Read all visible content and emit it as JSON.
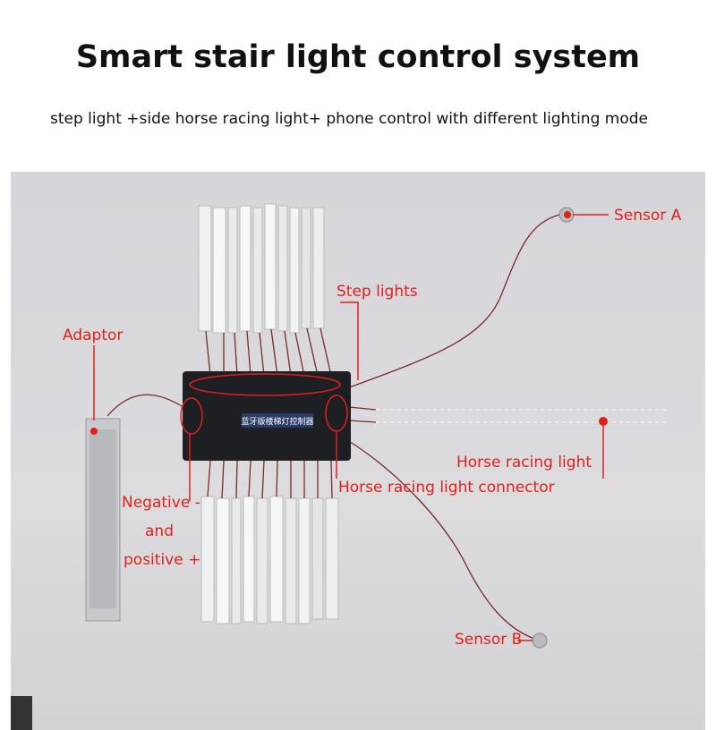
{
  "header": {
    "title": "Smart stair light control system",
    "subtitle": "step light +side horse racing light+ phone control with different lighting mode"
  },
  "labels": {
    "sensor_a": "Sensor A",
    "sensor_b": "Sensor B",
    "step_lights": "Step lights",
    "adaptor": "Adaptor",
    "horse_racing_light": "Horse  racing light",
    "horse_connector": "Horse racing light connector",
    "negative": "Negative -",
    "and": "and",
    "positive": "positive +"
  },
  "product": {
    "controller_label": "蓝牙版楼梯灯控制器"
  },
  "colors": {
    "annotation": "#e0201a",
    "background": "#d9d9dc"
  }
}
